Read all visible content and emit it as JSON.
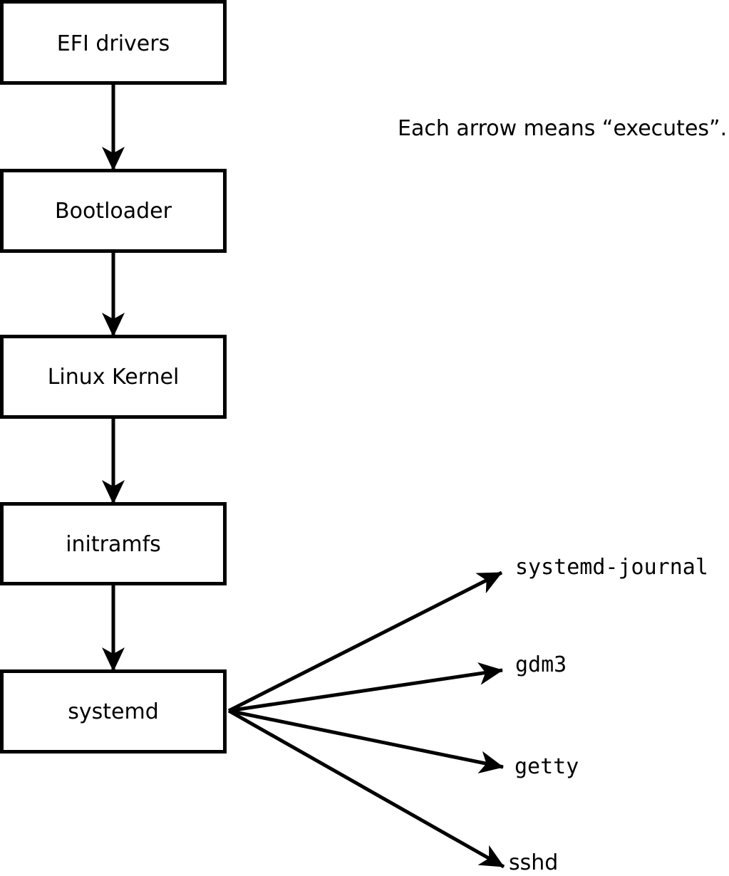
{
  "diagram": {
    "title_note": "Each arrow means “executes”.",
    "chain": [
      {
        "label": "EFI drivers"
      },
      {
        "label": "Bootloader"
      },
      {
        "label": "Linux Kernel"
      },
      {
        "label": "initramfs"
      },
      {
        "label": "systemd"
      }
    ],
    "services": [
      {
        "label": "systemd-journal"
      },
      {
        "label": "gdm3"
      },
      {
        "label": "getty"
      },
      {
        "label": "sshd"
      }
    ],
    "arrow_meaning": "executes",
    "colors": {
      "foreground": "#000000",
      "background": "#ffffff"
    }
  }
}
